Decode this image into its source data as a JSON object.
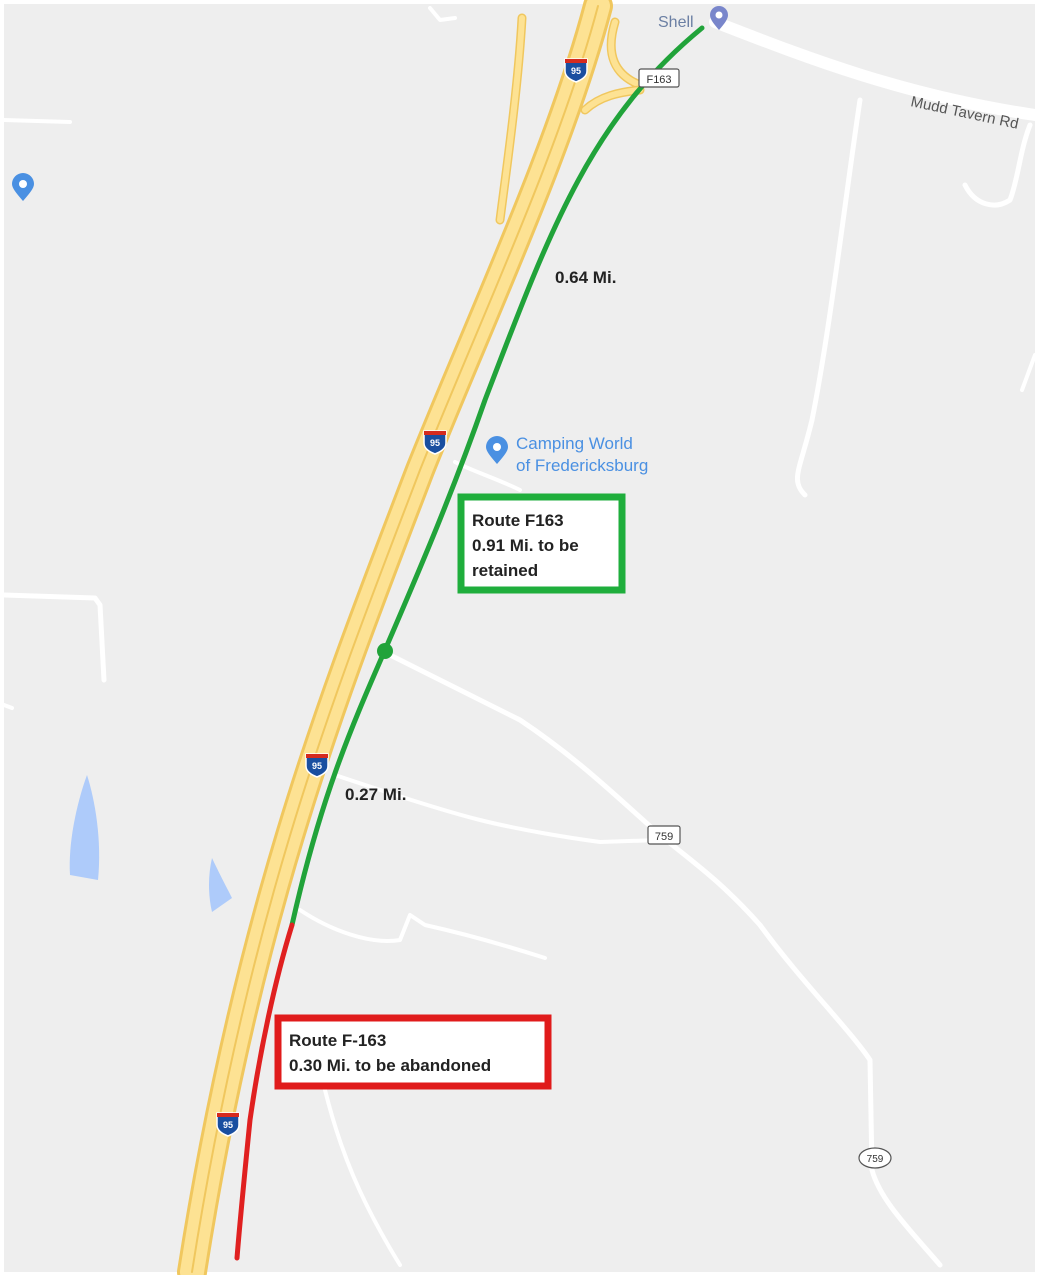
{
  "map": {
    "roads": {
      "mudd_tavern": "Mudd Tavern Rd",
      "interstate_shield": "95",
      "route_163": "F163",
      "route_759": "759"
    },
    "pois": {
      "shell": {
        "name": "Shell",
        "icon": "map-pin-icon"
      },
      "camping_world": {
        "line1": "Camping World",
        "line2": "of Fredericksburg",
        "icon": "map-pin-icon"
      },
      "unnamed_pin": {
        "icon": "map-pin-icon"
      }
    },
    "route": {
      "segment_upper_distance": "0.64 Mi.",
      "segment_lower_distance": "0.27 Mi.",
      "retained_color": "#21a33a",
      "abandoned_color": "#e02020"
    },
    "callouts": {
      "retained": {
        "line1": "Route F163",
        "line2": "0.91 Mi. to be",
        "line3": "retained",
        "border_color": "#1fae3c"
      },
      "abandoned": {
        "line1": "Route F-163",
        "line2": "0.30 Mi. to be abandoned",
        "border_color": "#e01b1b"
      }
    }
  }
}
